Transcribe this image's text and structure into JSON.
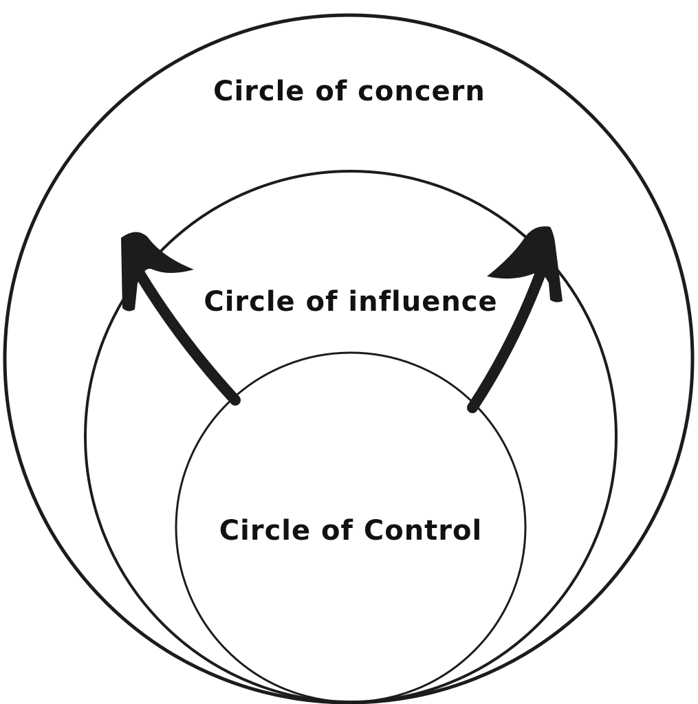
{
  "diagram": {
    "labels": {
      "concern": "Circle of concern",
      "influence": "Circle of influence",
      "control": "Circle of Control"
    },
    "colors": {
      "stroke": "#1c1c1c",
      "text": "#111111",
      "background": "#ffffff"
    }
  }
}
